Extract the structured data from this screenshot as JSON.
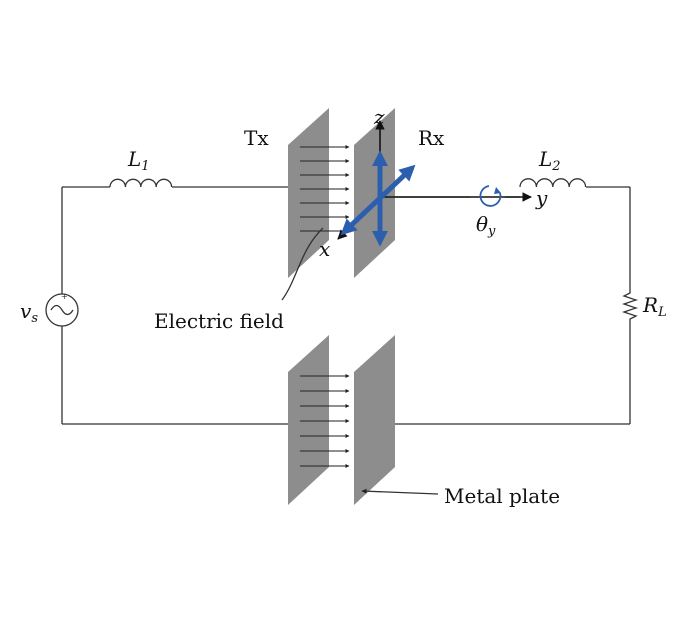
{
  "labels": {
    "tx": "Tx",
    "rx": "Rx",
    "l1_main": "L",
    "l1_sub": "1",
    "l2_main": "L",
    "l2_sub": "2",
    "rl_main": "R",
    "rl_sub": "L",
    "vs_main": "v",
    "vs_sub": "s",
    "axis_x": "x",
    "axis_y": "y",
    "axis_z": "z",
    "theta_main": "θ",
    "theta_sub": "y",
    "electric_field": "Electric field",
    "metal_plate": "Metal plate"
  },
  "colors": {
    "wire": "#333333",
    "plate": "#8d8d8d",
    "rotation_arrows": "#2b5fad",
    "text": "#111111"
  }
}
